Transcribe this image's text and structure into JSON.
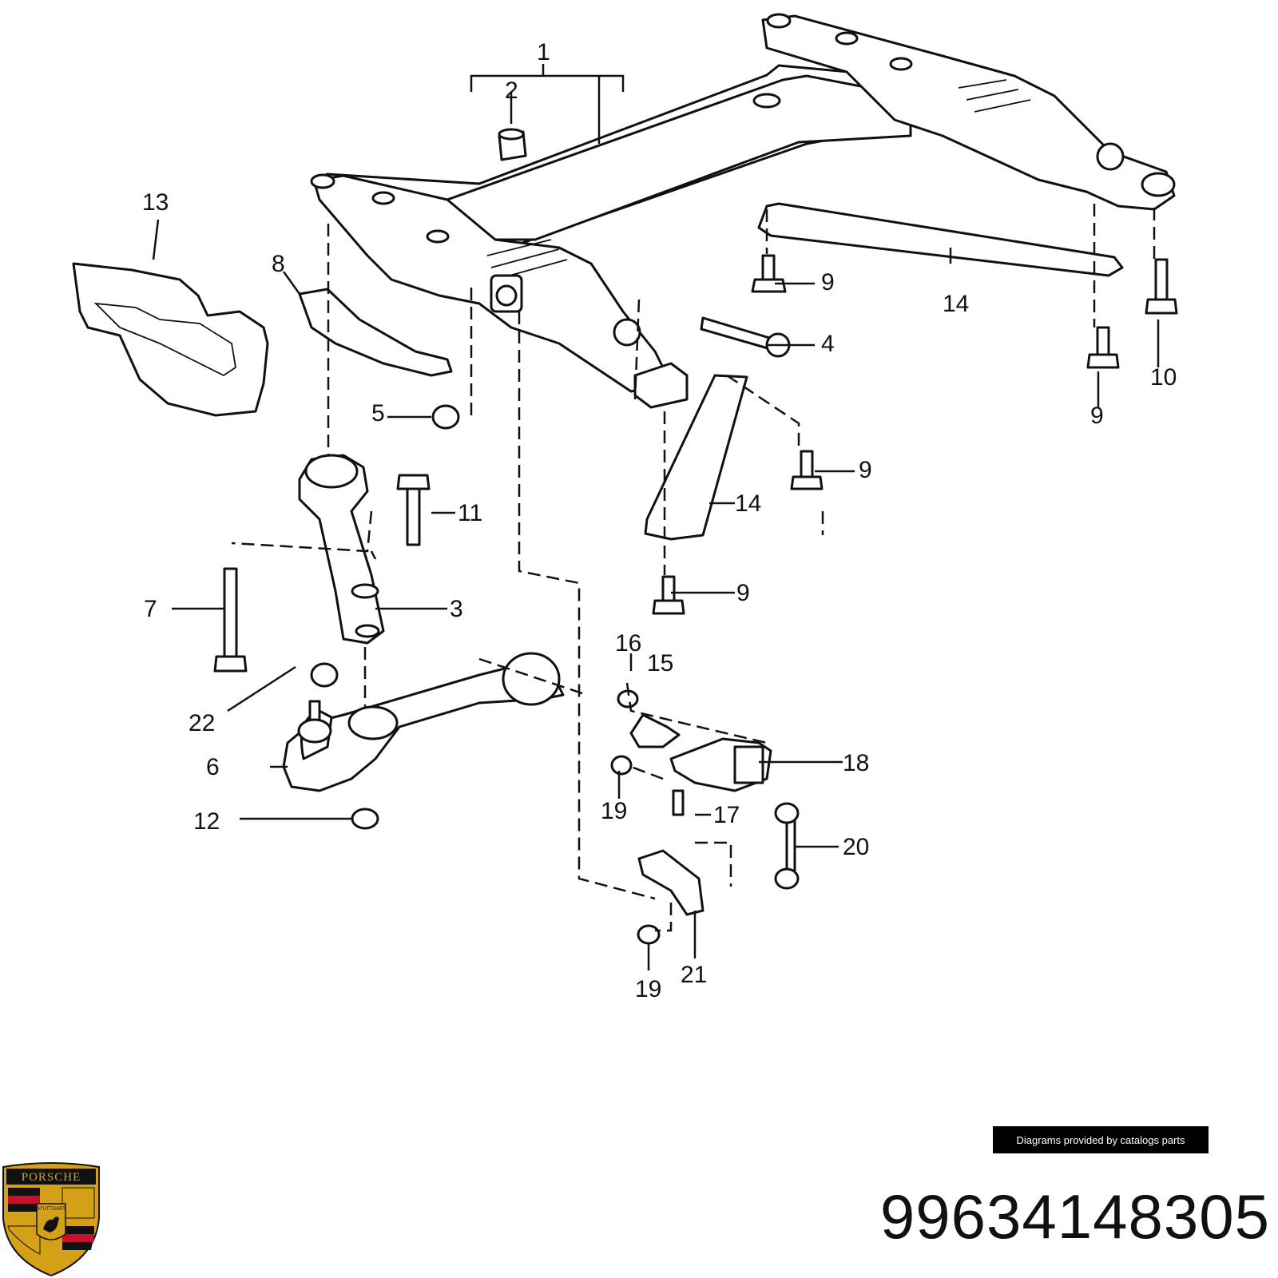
{
  "callouts": [
    {
      "label": "1"
    },
    {
      "label": "2"
    },
    {
      "label": "13"
    },
    {
      "label": "8"
    },
    {
      "label": "9"
    },
    {
      "label": "14"
    },
    {
      "label": "4"
    },
    {
      "label": "10"
    },
    {
      "label": "9"
    },
    {
      "label": "5"
    },
    {
      "label": "9"
    },
    {
      "label": "11"
    },
    {
      "label": "14"
    },
    {
      "label": "7"
    },
    {
      "label": "3"
    },
    {
      "label": "9"
    },
    {
      "label": "16"
    },
    {
      "label": "15"
    },
    {
      "label": "22"
    },
    {
      "label": "18"
    },
    {
      "label": "6"
    },
    {
      "label": "19"
    },
    {
      "label": "17"
    },
    {
      "label": "12"
    },
    {
      "label": "20"
    },
    {
      "label": "19"
    },
    {
      "label": "21"
    }
  ],
  "credit": "Diagrams provided by catalogs parts",
  "part_number": "99634148305",
  "logo": {
    "text_top": "PORSCHE",
    "text_center": "STUTTGART",
    "colors": {
      "red": "#c8102e",
      "gold": "#d4a017",
      "black": "#111111"
    }
  }
}
